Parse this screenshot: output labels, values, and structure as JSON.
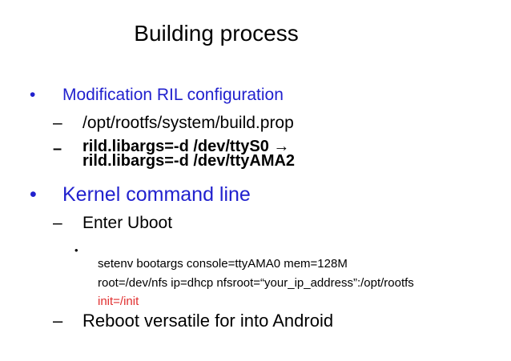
{
  "slide": {
    "title": "Building process",
    "colors": {
      "blue": "#2121CE",
      "red": "#E02E2E",
      "black": "#000000",
      "background": "#FFFFFF"
    },
    "content": {
      "bullet1": {
        "marker": "•",
        "label": "Modification RIL configuration",
        "sub1": {
          "marker": "–",
          "label": "/opt/rootfs/system/build.prop"
        },
        "sub2": {
          "marker": "–",
          "line1": "rild.libargs=-d /dev/ttyS0 →",
          "line2": "rild.libargs=-d /dev/ttyAMA2"
        }
      },
      "bullet2": {
        "marker": "•",
        "label": "Kernel command line",
        "sub1": {
          "marker": "–",
          "label": "Enter Uboot",
          "code": {
            "marker": "•",
            "line1": "setenv bootargs console=ttyAMA0 mem=128M",
            "line2": "root=/dev/nfs ip=dhcp nfsroot=“your_ip_address”:/opt/rootfs",
            "line3": "init=/init"
          }
        },
        "sub2": {
          "marker": "–",
          "label": "Reboot versatile for into Android"
        }
      }
    }
  }
}
